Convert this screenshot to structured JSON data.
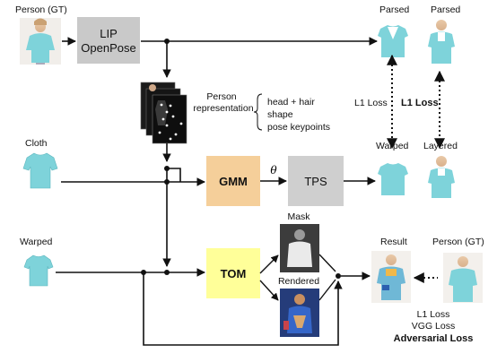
{
  "inputs": {
    "person_gt": "Person (GT)",
    "cloth": "Cloth",
    "warped": "Warped"
  },
  "boxes": {
    "lip_line1": "LIP",
    "lip_line2": "OpenPose",
    "gmm": "GMM",
    "tps": "TPS",
    "tom": "TOM",
    "theta": "θ"
  },
  "person_rep": {
    "title_line1": "Person",
    "title_line2": "representation",
    "items": [
      "head + hair",
      "shape",
      "pose keypoints"
    ]
  },
  "outputs": {
    "parsed_left": "Parsed",
    "parsed_right": "Parsed",
    "warped": "Warped",
    "layered": "Layered",
    "mask": "Mask",
    "rendered": "Rendered",
    "result": "Result",
    "person_gt": "Person (GT)"
  },
  "losses": {
    "l1_left": "L1 Loss",
    "l1_right": "L1 Loss",
    "bottom": [
      "L1 Loss",
      "VGG Loss"
    ],
    "adversarial": "Adversarial Loss"
  },
  "colors": {
    "gray_box": "#c9c9c9",
    "gmm": "#f5cf9a",
    "tom": "#ffff99",
    "tps": "#cfcfcf",
    "garment": "#7ed3da"
  }
}
